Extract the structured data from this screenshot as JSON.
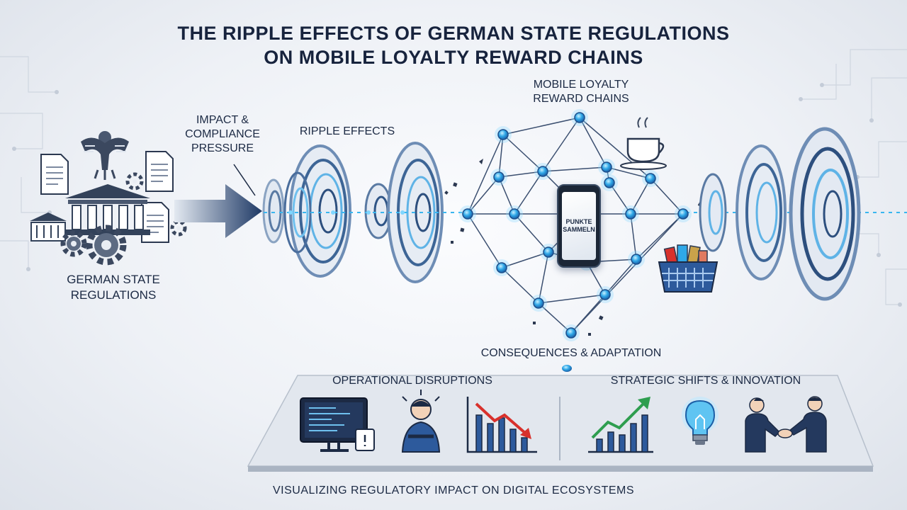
{
  "title": {
    "line1": "THE RIPPLE EFFECTS OF GERMAN STATE REGULATIONS",
    "line2": "ON MOBILE LOYALTY REWARD CHAINS"
  },
  "labels": {
    "regulations": [
      "GERMAN STATE",
      "REGULATIONS"
    ],
    "impact": [
      "IMPACT &",
      "COMPLIANCE",
      "PRESSURE"
    ],
    "ripple": "RIPPLE EFFECTS",
    "network": [
      "MOBILE LOYALTY",
      "REWARD CHAINS"
    ],
    "consequences": "CONSEQUENCES & ADAPTATION",
    "operational": "OPERATIONAL DISRUPTIONS",
    "strategic": "STRATEGIC SHIFTS & INNOVATION"
  },
  "phone_screen": [
    "PUNKTE",
    "SAMMELN"
  ],
  "caption": "VISUALIZING REGULATORY IMPACT ON DIGITAL ECOSYSTEMS",
  "colors": {
    "navy": "#1f3a66",
    "accent_blue": "#2fa8e8",
    "glow": "#8fd9ff",
    "downtrend_red": "#d8312c",
    "uptrend_green": "#2e9e4f"
  },
  "icons": {
    "regulations_cluster": [
      "eagle-crest-icon",
      "document-icon",
      "government-building-icon",
      "gear-icon"
    ],
    "network_side": [
      "coffee-cup-icon",
      "shopping-basket-icon"
    ],
    "operational": [
      "computer-error-icon",
      "stressed-person-icon",
      "downtrend-chart-icon"
    ],
    "strategic": [
      "uptrend-chart-icon",
      "lightbulb-icon",
      "handshake-icon"
    ]
  }
}
